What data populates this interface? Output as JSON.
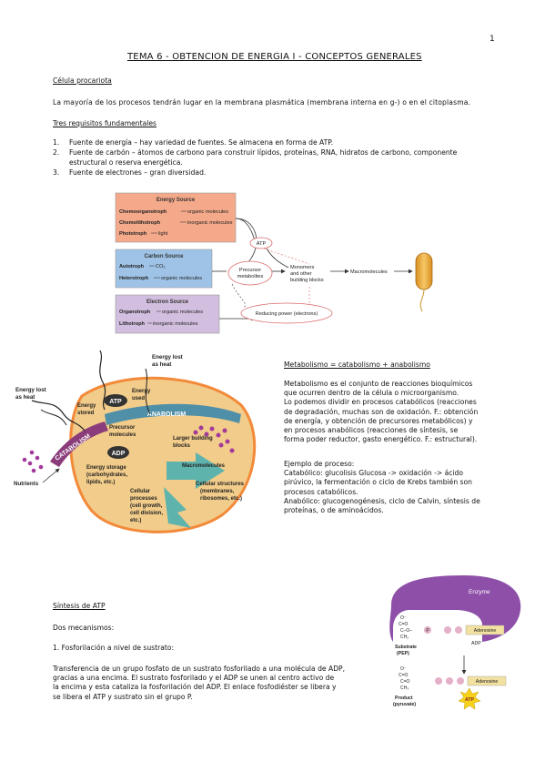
{
  "page_number": "1",
  "title": "TEMA 6 - OBTENCION DE ENERGIA I - CONCEPTOS GENERALES",
  "section1": {
    "heading": "Célula procariota",
    "paragraph": "La mayoría de los procesos tendrán lugar en la membrana plasmática (membrana interna en g-) o en el citoplasma."
  },
  "section2": {
    "heading": "Tres requisitos fundamentales",
    "items": [
      {
        "num": "1.",
        "text": "Fuente de energía – hay variedad de fuentes. Se almacena en forma de ATP."
      },
      {
        "num": "2.",
        "text": "Fuente de carbón – átomos de carbono para construir lípidos, proteínas, RNA, hidratos de carbono, componente",
        "text2": "estructural o reserva energética."
      },
      {
        "num": "3.",
        "text": "Fuente de electrones – gran diversidad."
      }
    ]
  },
  "figure1": {
    "energy_title": "Energy Source",
    "energy_rows": [
      {
        "term": "Chemoorganotroph",
        "desc": "organic molecules"
      },
      {
        "term": "Chemolithotroph",
        "desc": "inorganic molecules"
      },
      {
        "term": "Phototroph",
        "desc": "light"
      }
    ],
    "carbon_title": "Carbon Source",
    "carbon_rows": [
      {
        "term": "Autotroph",
        "desc": "CO₂"
      },
      {
        "term": "Heterotroph",
        "desc": "organic molecules"
      }
    ],
    "electron_title": "Electron Source",
    "electron_rows": [
      {
        "term": "Organotroph",
        "desc": "organic molecules"
      },
      {
        "term": "Lithotroph",
        "desc": "inorganic molecules"
      }
    ],
    "atp": "ATP",
    "precursor": [
      "Precursor",
      "metabolites"
    ],
    "monomers": [
      "Monomers",
      "and other",
      "building blocks"
    ],
    "macromolecules": "Macromolecules",
    "reducing": "Reducing power (electrons)"
  },
  "figure2": {
    "energy_lost_top": [
      "Energy lost",
      "as heat"
    ],
    "energy_lost_left": [
      "Energy lost",
      "as heat"
    ],
    "energy_stored": [
      "Energy",
      "stored"
    ],
    "energy_used": [
      "Energy",
      "used"
    ],
    "atp": "ATP",
    "adp": "ADP",
    "anabolism": "ANABOLISM",
    "catabolism": "CATABOLISM",
    "precursor": [
      "Precursor",
      "molecules"
    ],
    "larger": [
      "Larger building",
      "blocks"
    ],
    "macromolecules": "Macromolecules",
    "storage": [
      "Energy storage",
      "(carbohydrates,",
      "lipids, etc.)"
    ],
    "structures": [
      "Cellular structures",
      "(membranes,",
      "ribosomes, etc.)"
    ],
    "processes": [
      "Cellular",
      "processes",
      "(cell growth,",
      "cell division,",
      "etc.)"
    ],
    "nutrients": "Nutrients"
  },
  "metabolism": {
    "heading": "Metabolismo = catabolismo + anabolismo",
    "p1_lines": [
      "Metabolismo es el conjunto de reacciones bioquímicos",
      "que ocurren dentro de la célula o microorganismo.",
      "Lo podemos dividir en procesos catabólicos (reacciones",
      "de degradación, muchas son de oxidación. F.: obtención",
      "de energía, y obtención de precursores metabólicos) y",
      "en procesos anabólicos (reacciones de síntesis, se",
      "forma poder reductor, gasto energético. F.: estructural)."
    ],
    "ex_heading": "Ejemplo de proceso:",
    "ex_lines": [
      "Catabólico: glucolisis Glucosa -> oxidación -> ácido",
      "pirúvico, la fermentación o ciclo de Krebs también son",
      "procesos catabólicos.",
      "Anabólico: glucogenogénesis, ciclo de Calvin, síntesis de",
      "proteínas, o de aminoácidos."
    ]
  },
  "atp_synthesis": {
    "heading": "Síntesis de ATP",
    "mechanisms": "Dos mecanismos:",
    "item1": "1.   Fosforilación a nivel de sustrato:",
    "para_lines": [
      "Transferencia de un grupo fosfato de un sustrato fosforilado a una molécula de ADP,",
      "gracias a una encima. El sustrato fosforilado y el ADP se unen al centro activo de",
      "la encima y esta cataliza la fosforilación del ADP. El enlace fosfodiéster se libera y",
      "se libera el ATP y sustrato sin el grupo P."
    ]
  },
  "figure3": {
    "enzyme": "Enzyme",
    "adenosine": "Adenosine",
    "adp": "ADP",
    "substrate": [
      "Substrate",
      "(PEP)"
    ],
    "product": [
      "Product",
      "(pyruvate)"
    ],
    "atp": "ATP",
    "p": "P"
  },
  "colors": {
    "energy_box": "#f4a98a",
    "carbon_box": "#9fc3e6",
    "electron_box": "#d2bedf",
    "cell_fill": "#f2cc8a",
    "cell_border": "#f28a3a",
    "anabolism": "#4f8fa8",
    "catabolism": "#8a3d7a",
    "enzyme": "#8d4fa8",
    "atp_star": "#f6d21a"
  }
}
